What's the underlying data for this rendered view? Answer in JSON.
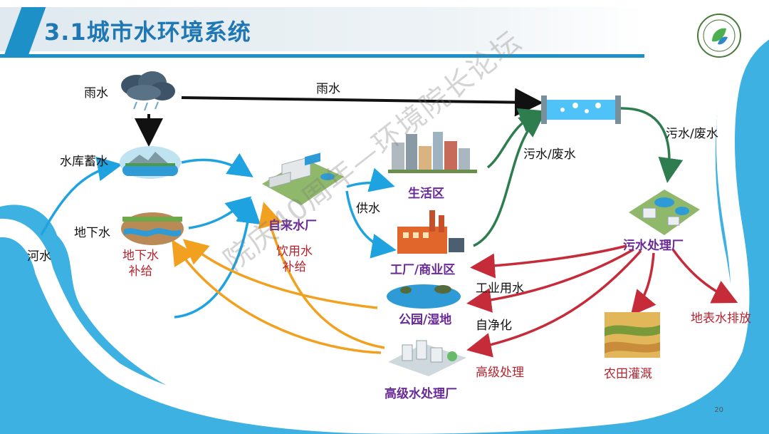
{
  "title": "3.1城市水环境系统",
  "page_number": "20",
  "watermark": "院庆40周年—环境院长论坛",
  "colors": {
    "river": "#29a9e0",
    "title_blue": "#1f77b4",
    "supply_arrow": "#1fa3e0",
    "sewage_arrow": "#2e7d4f",
    "reuse_arrow": "#c62b3a",
    "recharge_arrow": "#f2a020"
  },
  "labels": {
    "rain_left": "雨水",
    "rain_top": "雨水",
    "reservoir": "水库蓄水",
    "groundwater": "地下水",
    "river": "河水",
    "gw_recharge": "地下水\n补给",
    "waterworks": "自来水厂",
    "drinking_recharge": "饮用水\n补给",
    "supply": "供水",
    "living_area": "生活区",
    "factory_area": "工厂/商业区",
    "park_wetland": "公园/湿地",
    "advanced_plant": "高级水处理厂",
    "sewage_mid": "污水/废水",
    "sewage_right": "污水/废水",
    "wwtp": "污水处理厂",
    "industrial_water": "工业用水",
    "self_purification": "自净化",
    "advanced_treatment": "高级处理",
    "farmland": "农田灌溉",
    "surface_discharge": "地表水排放"
  },
  "icons": [
    "rain-cloud-icon",
    "reservoir-icon",
    "groundwater-icon",
    "waterworks-icon",
    "city-buildings-icon",
    "factory-icon",
    "pond-icon",
    "advanced-plant-icon",
    "pipe-icon",
    "wwtp-icon",
    "farmland-icon",
    "logo-icon"
  ]
}
